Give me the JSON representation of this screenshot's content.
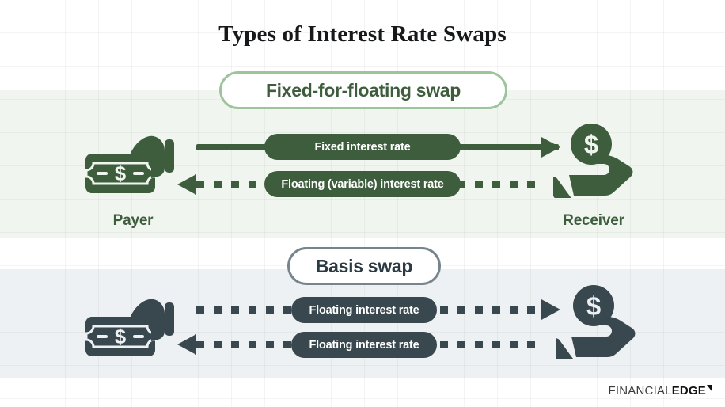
{
  "page": {
    "title": "Types of Interest Rate Swaps",
    "background": "#ffffff"
  },
  "colors": {
    "green_dark": "#3d5d3c",
    "green_light_border": "#9dc49a",
    "green_band": "#f0f5ef",
    "slate_dark": "#39474f",
    "slate_border": "#76848e",
    "slate_band": "#eef1f3",
    "title_text": "#17181a"
  },
  "sections": [
    {
      "id": "fixed-for-floating",
      "heading": "Fixed-for-floating swap",
      "left_entity": {
        "label": "Payer",
        "icon": "hand-holding-banknote-icon"
      },
      "right_entity": {
        "label": "Receiver",
        "icon": "hand-receiving-dollar-coin-icon"
      },
      "flows": [
        {
          "label": "Fixed interest rate",
          "direction": "left-to-right",
          "style": "solid",
          "arrowhead": "right"
        },
        {
          "label": "Floating (variable) interest rate",
          "direction": "right-to-left",
          "style": "dotted",
          "arrowhead": "left"
        }
      ]
    },
    {
      "id": "basis",
      "heading": "Basis swap",
      "left_entity": {
        "label": "",
        "icon": "hand-holding-banknote-icon"
      },
      "right_entity": {
        "label": "",
        "icon": "hand-receiving-dollar-coin-icon"
      },
      "flows": [
        {
          "label": "Floating interest rate",
          "direction": "left-to-right",
          "style": "dotted",
          "arrowhead": "right"
        },
        {
          "label": "Floating interest rate",
          "direction": "right-to-left",
          "style": "dotted",
          "arrowhead": "left"
        }
      ]
    }
  ],
  "logo": {
    "text_light": "FINANCIAL",
    "text_bold": "EDGE",
    "mark": "corner-flag-icon"
  }
}
